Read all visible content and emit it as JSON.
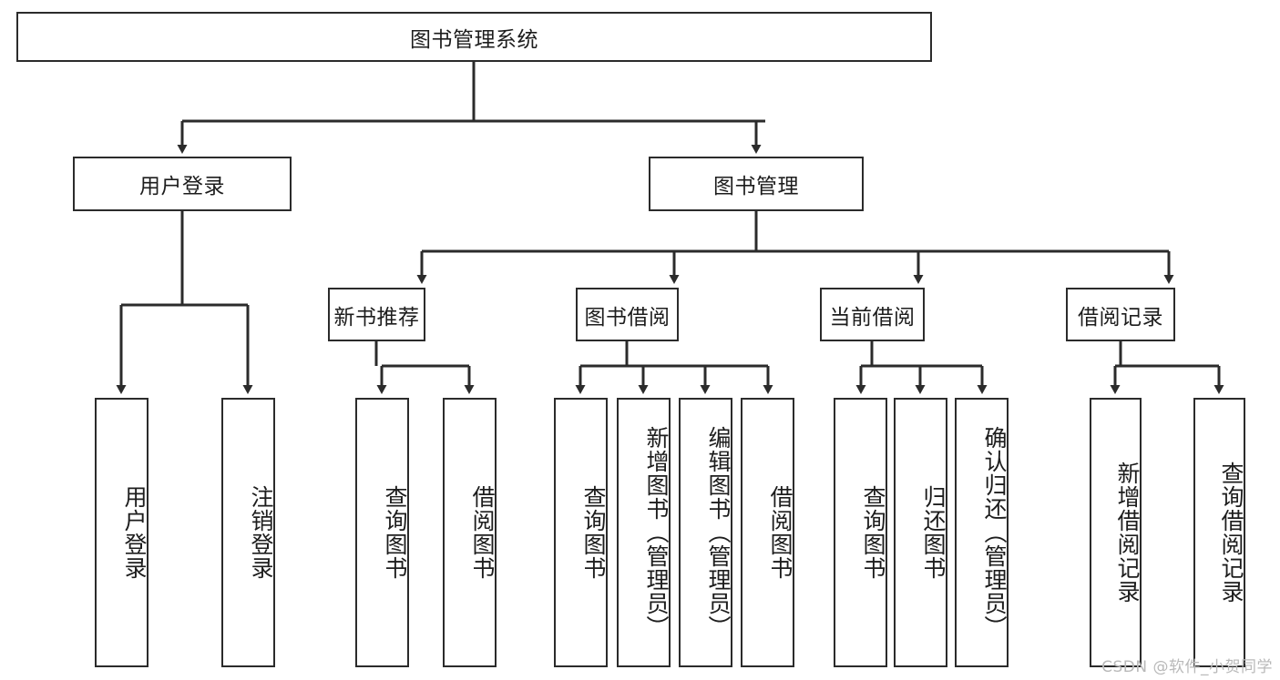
{
  "diagram": {
    "type": "tree",
    "title": "图书管理系统",
    "watermark": "CSDN @软件_小贺同学",
    "colors": {
      "box_border": "#2b2b2b",
      "box_fill": "#ffffff",
      "connector": "#2b2b2b",
      "text": "#1d1d1d",
      "watermark": "#b9b9b9"
    },
    "levels": {
      "root": {
        "label": "图书管理系统"
      },
      "level2": [
        {
          "id": "user-login",
          "label": "用户登录"
        },
        {
          "id": "book-manage",
          "label": "图书管理"
        }
      ],
      "level3": [
        {
          "id": "new-book-recommend",
          "label": "新书推荐"
        },
        {
          "id": "book-borrow",
          "label": "图书借阅"
        },
        {
          "id": "current-borrow",
          "label": "当前借阅"
        },
        {
          "id": "borrow-record",
          "label": "借阅记录"
        }
      ],
      "level4": [
        {
          "id": "leaf-user-login",
          "parent": "user-login",
          "label": "用户登录"
        },
        {
          "id": "leaf-logout",
          "parent": "user-login",
          "label": "注销登录"
        },
        {
          "id": "leaf-query-book-1",
          "parent": "new-book-recommend",
          "label": "查询图书"
        },
        {
          "id": "leaf-borrow-book-1",
          "parent": "new-book-recommend",
          "label": "借阅图书"
        },
        {
          "id": "leaf-query-book-2",
          "parent": "book-borrow",
          "label": "查询图书"
        },
        {
          "id": "leaf-add-book",
          "parent": "book-borrow",
          "label": "新增图书（管理员）"
        },
        {
          "id": "leaf-edit-book",
          "parent": "book-borrow",
          "label": "编辑图书（管理员）"
        },
        {
          "id": "leaf-borrow-book-2",
          "parent": "book-borrow",
          "label": "借阅图书"
        },
        {
          "id": "leaf-query-book-3",
          "parent": "current-borrow",
          "label": "查询图书"
        },
        {
          "id": "leaf-return-book",
          "parent": "current-borrow",
          "label": "归还图书"
        },
        {
          "id": "leaf-confirm-return",
          "parent": "current-borrow",
          "label": "确认归还（管理员）"
        },
        {
          "id": "leaf-add-record",
          "parent": "borrow-record",
          "label": "新增借阅记录"
        },
        {
          "id": "leaf-query-record",
          "parent": "borrow-record",
          "label": "查询借阅记录"
        }
      ]
    }
  }
}
